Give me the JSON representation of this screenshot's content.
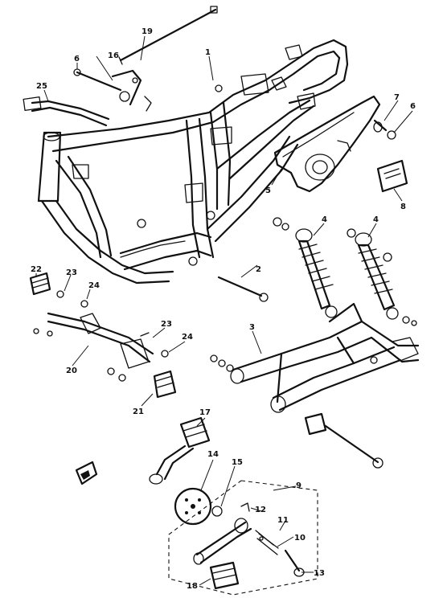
{
  "diagram": {
    "callouts": [
      {
        "id": "c1",
        "text": "1"
      },
      {
        "id": "c2",
        "text": "2"
      },
      {
        "id": "c3",
        "text": "3"
      },
      {
        "id": "c4a",
        "text": "4"
      },
      {
        "id": "c4b",
        "text": "4"
      },
      {
        "id": "c5",
        "text": "5"
      },
      {
        "id": "c6a",
        "text": "6"
      },
      {
        "id": "c6b",
        "text": "6"
      },
      {
        "id": "c7",
        "text": "7"
      },
      {
        "id": "c8",
        "text": "8"
      },
      {
        "id": "c9",
        "text": "9"
      },
      {
        "id": "c10",
        "text": "10"
      },
      {
        "id": "c11",
        "text": "11"
      },
      {
        "id": "c12",
        "text": "12"
      },
      {
        "id": "c13",
        "text": "13"
      },
      {
        "id": "c14",
        "text": "14"
      },
      {
        "id": "c15",
        "text": "15"
      },
      {
        "id": "c16",
        "text": "16"
      },
      {
        "id": "c17",
        "text": "17"
      },
      {
        "id": "c18",
        "text": "18"
      },
      {
        "id": "c19",
        "text": "19"
      },
      {
        "id": "c20",
        "text": "20"
      },
      {
        "id": "c21",
        "text": "21"
      },
      {
        "id": "c22",
        "text": "22"
      },
      {
        "id": "c23a",
        "text": "23"
      },
      {
        "id": "c23b",
        "text": "23"
      },
      {
        "id": "c24a",
        "text": "24"
      },
      {
        "id": "c24b",
        "text": "24"
      },
      {
        "id": "c25",
        "text": "25"
      }
    ]
  }
}
